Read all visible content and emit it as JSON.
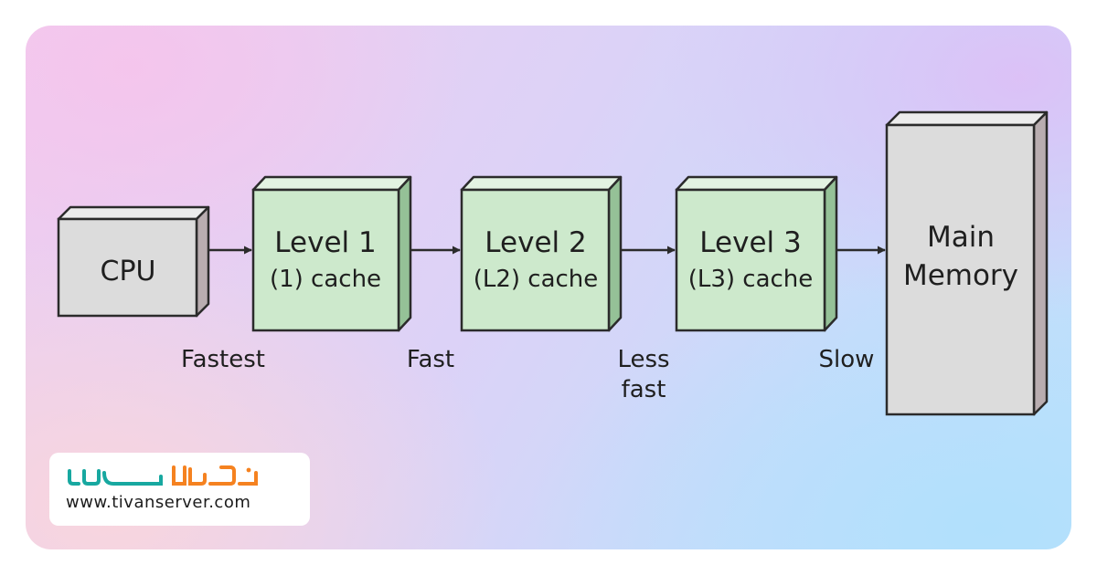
{
  "colors": {
    "cache_front": "#cde9cc",
    "cache_top": "#e3f3e2",
    "cache_side": "#95c197",
    "box_front": "#dcdcdc",
    "box_top": "#ececec",
    "box_side": "#b9adb0",
    "stroke": "#2b2b2b",
    "logo_teal": "#17a8a0",
    "logo_orange": "#f58220"
  },
  "nodes": {
    "cpu": {
      "label": "CPU"
    },
    "l1": {
      "line1": "Level 1",
      "line2": "(1) cache"
    },
    "l2": {
      "line1": "Level 2",
      "line2": "(L2) cache"
    },
    "l3": {
      "line1": "Level 3",
      "line2": "(L3) cache"
    },
    "memory": {
      "line1": "Main",
      "line2": "Memory"
    }
  },
  "speed_labels": {
    "fastest": "Fastest",
    "fast": "Fast",
    "less_fast_line1": "Less",
    "less_fast_line2": "fast",
    "slow": "Slow"
  },
  "logo": {
    "mark_icon": "tivanserver-logo",
    "url": "www.tivanserver.com"
  }
}
